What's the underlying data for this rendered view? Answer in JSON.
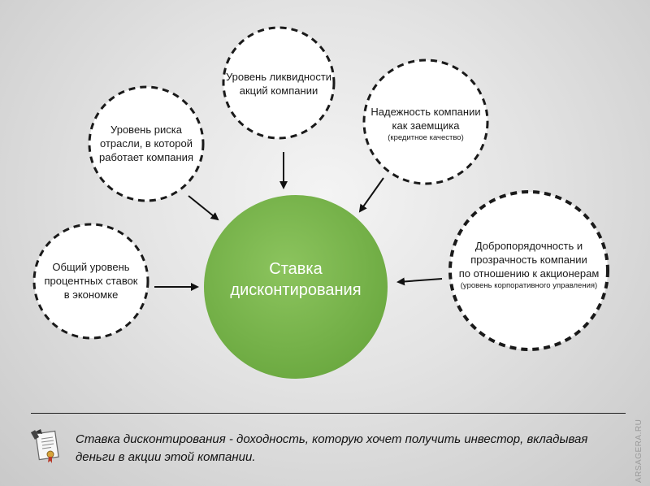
{
  "center": {
    "line1": "Ставка",
    "line2": "дисконтирования"
  },
  "factors": [
    {
      "lines": [
        "Общий уровень",
        "процентных ставок",
        "в экономке"
      ]
    },
    {
      "lines": [
        "Уровень риска",
        "отрасли, в которой",
        "работает компания"
      ]
    },
    {
      "lines": [
        "Уровень ликвидности",
        "акций компании"
      ]
    },
    {
      "lines": [
        "Надежность компании",
        "как заемщика"
      ],
      "note": "(кредитное качество)"
    },
    {
      "lines": [
        "Добропорядочность и",
        "прозрачность компании",
        "по отношению к акционерам"
      ],
      "note": "(уровень корпоративного управления)"
    }
  ],
  "definition": {
    "line1": "Ставка дисконтирования - доходность, которую хочет получить инвестор, вкладывая",
    "line2": "деньги в акции этой компании."
  },
  "watermark": "ARSAGERA.RU",
  "colors": {
    "center_fill": "#7cb84e",
    "dashed_stroke": "#1a1a1a",
    "background": "#dcdcdc"
  },
  "icons": {
    "definition": "certificate-scroll-icon"
  }
}
